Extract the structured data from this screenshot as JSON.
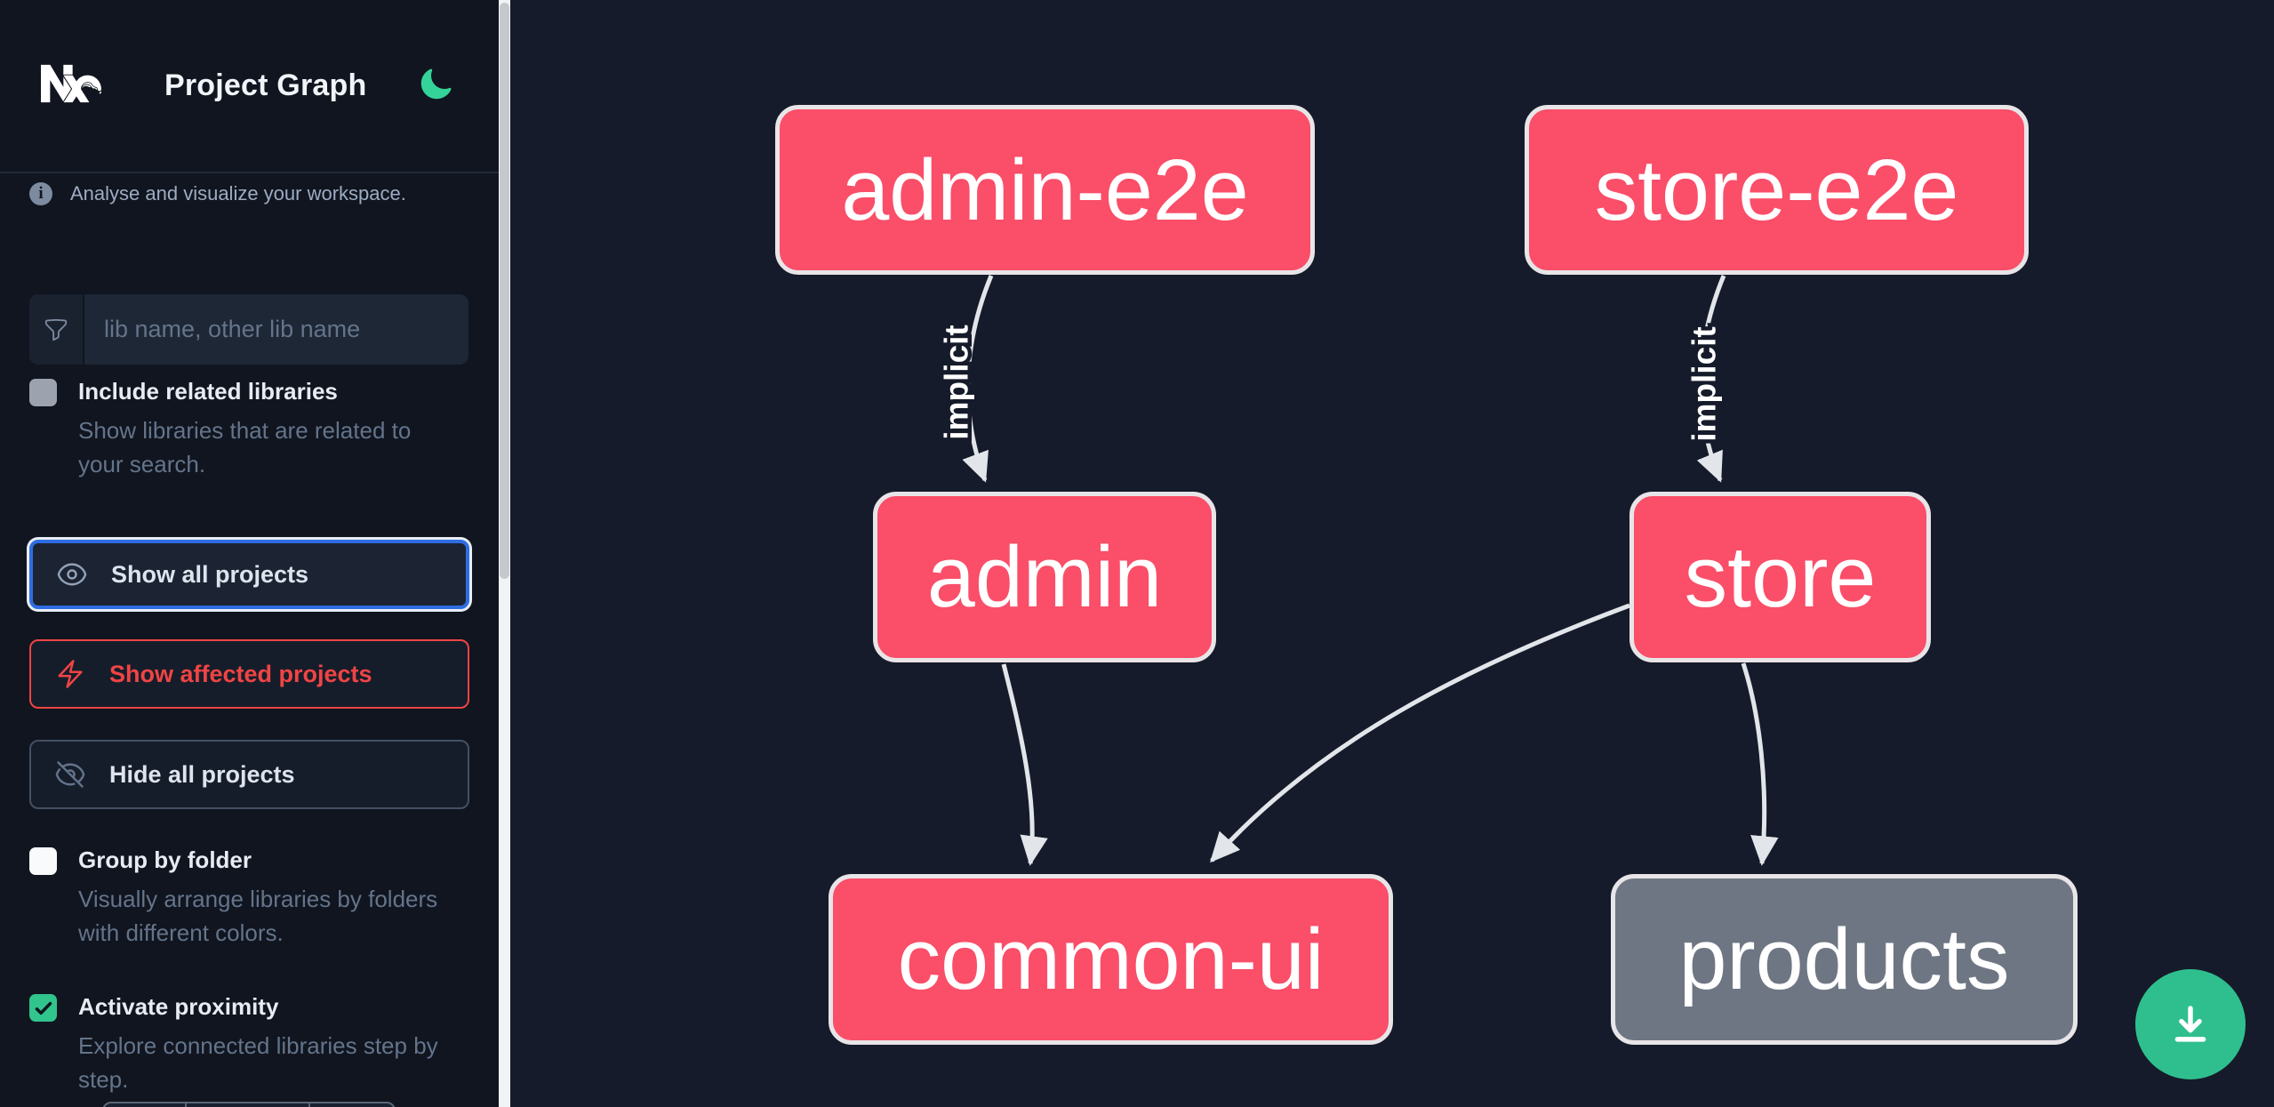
{
  "header": {
    "title": "Project Graph",
    "theme_icon": "moon-icon"
  },
  "sidebar": {
    "tagline": "Analyse and visualize your workspace.",
    "search": {
      "placeholder": "lib name, other lib name",
      "value": ""
    },
    "checkboxes": [
      {
        "label": "Include related libraries",
        "description": "Show libraries that are related to your search.",
        "checked": false
      },
      {
        "label": "Group by folder",
        "description": "Visually arrange libraries by folders with different colors.",
        "checked": false
      },
      {
        "label": "Activate proximity",
        "description": "Explore connected libraries step by step.",
        "checked": true
      }
    ],
    "buttons": [
      {
        "label": "Show all projects",
        "state": "focused"
      },
      {
        "label": "Show affected projects",
        "state": "default"
      },
      {
        "label": "Hide all projects",
        "state": "default"
      }
    ]
  },
  "graph": {
    "nodes": [
      {
        "label": "admin-e2e",
        "color": "pink"
      },
      {
        "label": "store-e2e",
        "color": "pink"
      },
      {
        "label": "admin",
        "color": "pink"
      },
      {
        "label": "store",
        "color": "pink"
      },
      {
        "label": "common-ui",
        "color": "pink"
      },
      {
        "label": "products",
        "color": "grey"
      }
    ],
    "edges": [
      {
        "from": "admin-e2e",
        "to": "admin",
        "label": "implicit"
      },
      {
        "from": "store-e2e",
        "to": "store",
        "label": "implicit"
      },
      {
        "from": "admin",
        "to": "common-ui",
        "label": ""
      },
      {
        "from": "store",
        "to": "common-ui",
        "label": ""
      },
      {
        "from": "store",
        "to": "products",
        "label": ""
      }
    ]
  },
  "colors": {
    "node_pink": "#fa4e69",
    "node_grey": "#6f7683",
    "node_border": "#e8e5e8",
    "edge": "#e2e5e9",
    "accent_green": "#2fbf8e",
    "focus_blue": "#2f6de2",
    "affected_red": "#ef4444",
    "canvas_bg": "#151b2a",
    "sidebar_bg": "#10151f"
  }
}
